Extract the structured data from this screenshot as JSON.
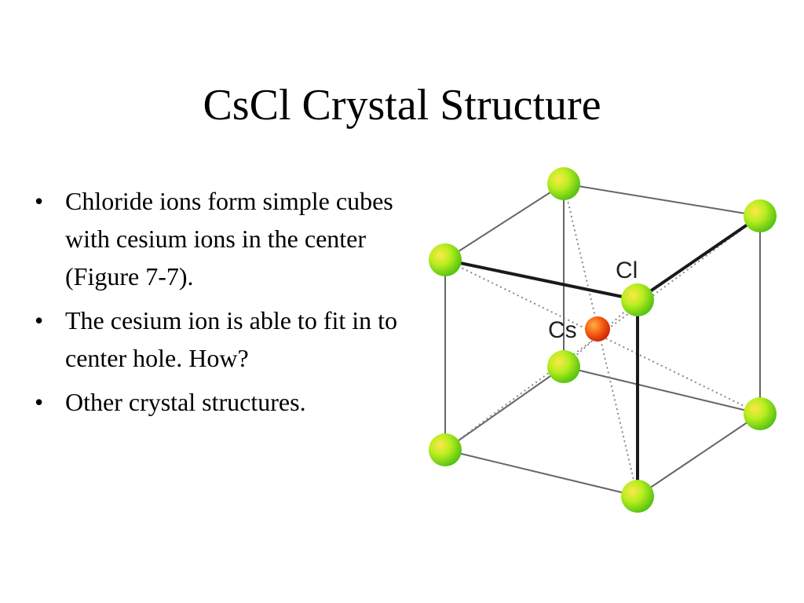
{
  "slide": {
    "title": "CsCl Crystal Structure",
    "bullets": [
      "Chloride ions form simple cubes with cesium ions in the center (Figure 7-7).",
      "The cesium ion is able to fit in to center hole. How?",
      "Other crystal structures."
    ]
  },
  "figure": {
    "labels": {
      "chloride": "Cl",
      "cesium": "Cs"
    },
    "colors": {
      "chloride": "#7fe020",
      "cesium": "#f05010",
      "edge": "#666666",
      "highlight_edge": "#1a1a1a",
      "diagonal": "#888888"
    }
  }
}
